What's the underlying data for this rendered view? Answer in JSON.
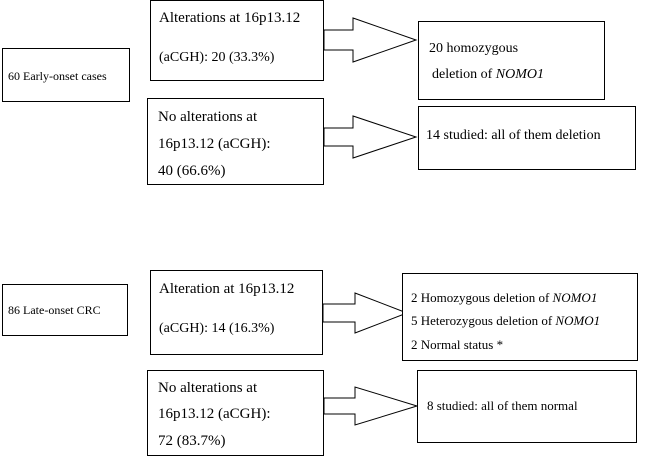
{
  "early": {
    "source": "60 Early-onset cases",
    "alt": {
      "line1": "Alterations  at  16p13.12",
      "line2": "(aCGH): 20 (33.3%)"
    },
    "noalt": {
      "line1": "No alterations at",
      "line2": "16p13.12 (aCGH):",
      "line3": "40 (66.6%)"
    },
    "result1": {
      "line1": "20 homozygous",
      "line2_prefix": "deletion of ",
      "gene": "NOMO1"
    },
    "result2": {
      "line1": "14 studied: all of them deletion"
    }
  },
  "late": {
    "source": "86 Late-onset CRC",
    "alt": {
      "line1": "Alteration  at  16p13.12",
      "line2": "(aCGH): 14 (16.3%)"
    },
    "noalt": {
      "line1": "No alterations at",
      "line2": "16p13.12 (aCGH):",
      "line3": "72 (83.7%)"
    },
    "result1": {
      "line1_prefix": "2 Homozygous deletion of ",
      "line1_gene": "NOMO1",
      "line2_prefix": "5 Heterozygous deletion of ",
      "line2_gene": "NOMO1",
      "line3": "2 Normal status *"
    },
    "result2": {
      "line1": "8 studied: all of them normal"
    }
  }
}
